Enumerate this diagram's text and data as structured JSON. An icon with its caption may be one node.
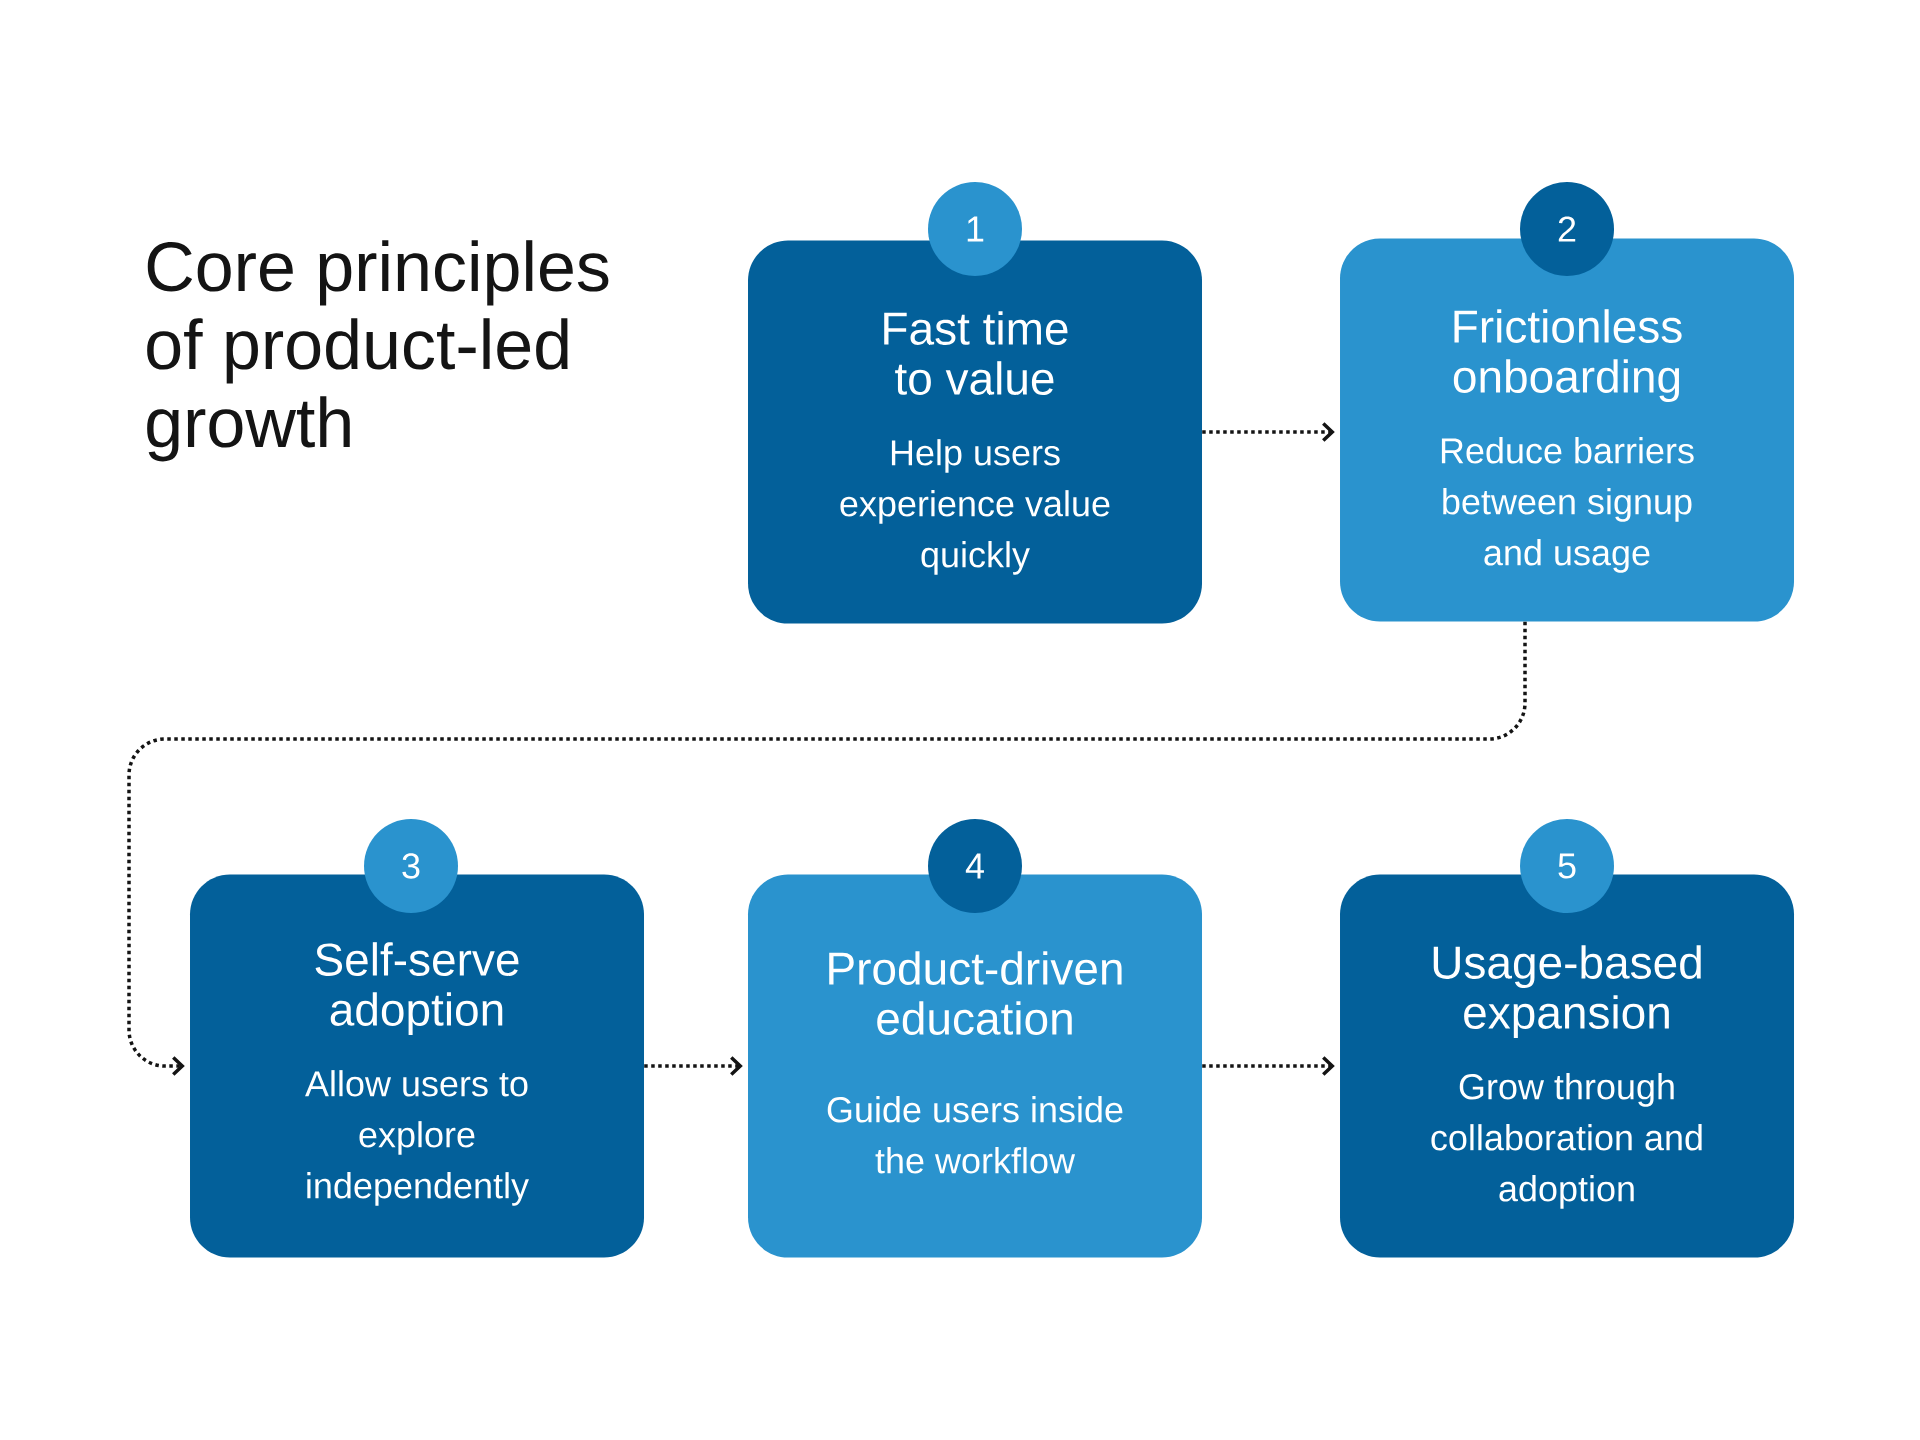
{
  "diagram": {
    "title": "Core principles of product-led growth",
    "nodes": [
      {
        "text": [
          "1"
        ]
      },
      {
        "text": [
          "Fast time to value",
          "Help users experience value quickly"
        ]
      },
      {
        "text": [
          "2"
        ]
      },
      {
        "text": [
          "Frictionless onboarding",
          "Reduce barriers between signup and usage"
        ]
      },
      {
        "text": [
          "3"
        ]
      },
      {
        "text": [
          "Self-serve adoption",
          "Allow users to explore independently"
        ]
      },
      {
        "text": [
          "4"
        ]
      },
      {
        "text": [
          "Product-driven education",
          "Guide users inside the workflow"
        ]
      },
      {
        "text": [
          "5"
        ]
      },
      {
        "text": [
          "Usage-based expansion",
          "Grow through collaboration and adoption"
        ]
      }
    ],
    "edges": [
      {
        "from": 1,
        "to": 3,
        "arrow": "to"
      },
      {
        "from": 3,
        "to": 5,
        "arrow": "to"
      },
      {
        "from": 5,
        "to": 7,
        "arrow": "to"
      },
      {
        "from": 7,
        "to": 9,
        "arrow": "to"
      }
    ]
  }
}
